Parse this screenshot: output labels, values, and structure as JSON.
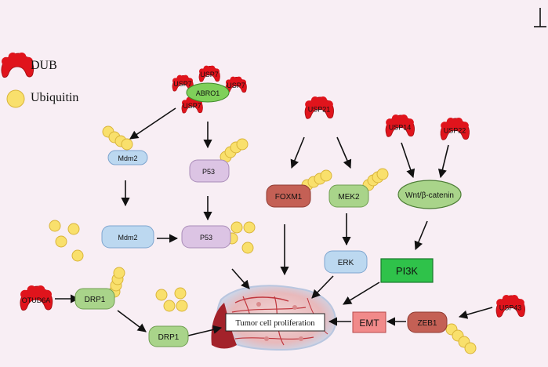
{
  "legend": {
    "dub_label": "DUB",
    "ubiquitin_label": "Ubiquitin"
  },
  "colors": {
    "background": "#f8eef4",
    "dub": "#e0141c",
    "ubiquitin": "#f9e06c",
    "ubiquitin_stroke": "#d9b43a",
    "blue_node": "#bcd8f0",
    "purple_node": "#dcc4e4",
    "green_node": "#a9d48a",
    "red_node": "#c46055",
    "pi3k": "#2fc24a",
    "emt": "#f18a8a"
  },
  "nodes": {
    "abro1": "ABRO1",
    "mdm2_top": "Mdm2",
    "p53_top": "P53",
    "mdm2_mid": "Mdm2",
    "p53_mid": "P53",
    "foxm1": "FOXM1",
    "mek2": "MEK2",
    "erk": "ERK",
    "wnt": "Wnt/β-catenin",
    "pi3k": "PI3K",
    "drp1_top": "DRP1",
    "drp1_bottom": "DRP1",
    "emt": "EMT",
    "zeb1": "ZEB1",
    "center": "Tumor cell proliferation"
  },
  "dub_labels": {
    "usp7_a": "USP7",
    "usp7_b": "USP7",
    "usp7_c": "USP7",
    "usp7_d": "USP7",
    "usp21": "USP21",
    "usp14": "USP14",
    "usp22": "USP22",
    "otud6a": "OTUD6A",
    "usp43": "USP43"
  }
}
